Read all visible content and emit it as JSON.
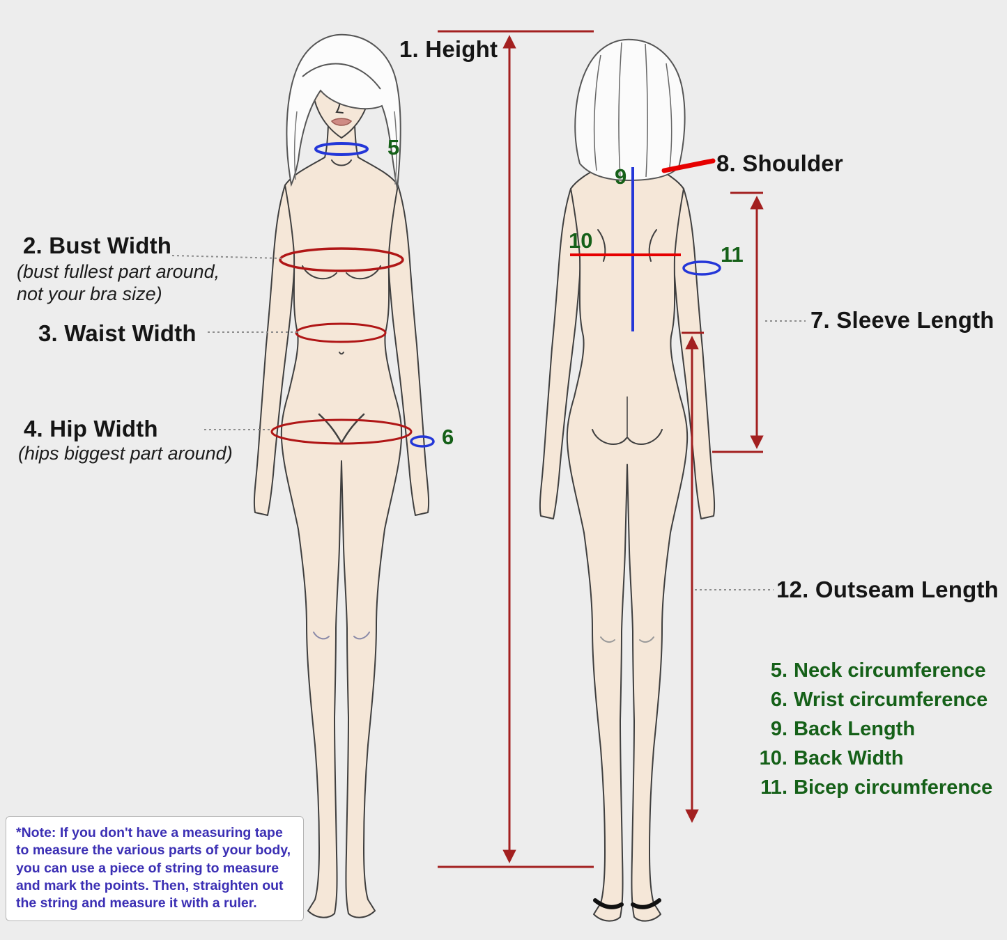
{
  "page": {
    "background": "#ededed"
  },
  "colors": {
    "measure_dark_red": "#a32020",
    "ellipse_red": "#b01616",
    "bright_red": "#e60000",
    "measure_blue": "#2437d8",
    "number_green": "#156018",
    "note_text": "#3b2fb4",
    "label_black": "#151515",
    "skin": "#f5e7d8"
  },
  "top": {
    "height_label": "1. Height"
  },
  "front": {
    "bust_label": "2. Bust Width",
    "bust_sub1": "(bust fullest part around,",
    "bust_sub2": "not your bra size)",
    "waist_label": "3. Waist Width",
    "hip_label": "4. Hip Width",
    "hip_sub": "(hips biggest part around)",
    "neck_num": "5",
    "wrist_num": "6"
  },
  "back": {
    "shoulder_label": "8. Shoulder",
    "back_length_num": "9",
    "back_width_num": "10",
    "bicep_num": "11",
    "sleeve_label": "7. Sleeve Length",
    "outseam_label": "12. Outseam Length"
  },
  "legend": {
    "items": [
      {
        "num": "5.",
        "label": "Neck circumference"
      },
      {
        "num": "6.",
        "label": "Wrist circumference"
      },
      {
        "num": "9.",
        "label": "Back Length"
      },
      {
        "num": "10.",
        "label": "Back Width"
      },
      {
        "num": "11.",
        "label": "Bicep circumference"
      }
    ]
  },
  "note": {
    "text": "*Note: If you don't have a measuring tape to measure the various parts of your body, you can use a piece of string to measure and mark the points. Then, straighten out the string and measure it with a ruler."
  }
}
